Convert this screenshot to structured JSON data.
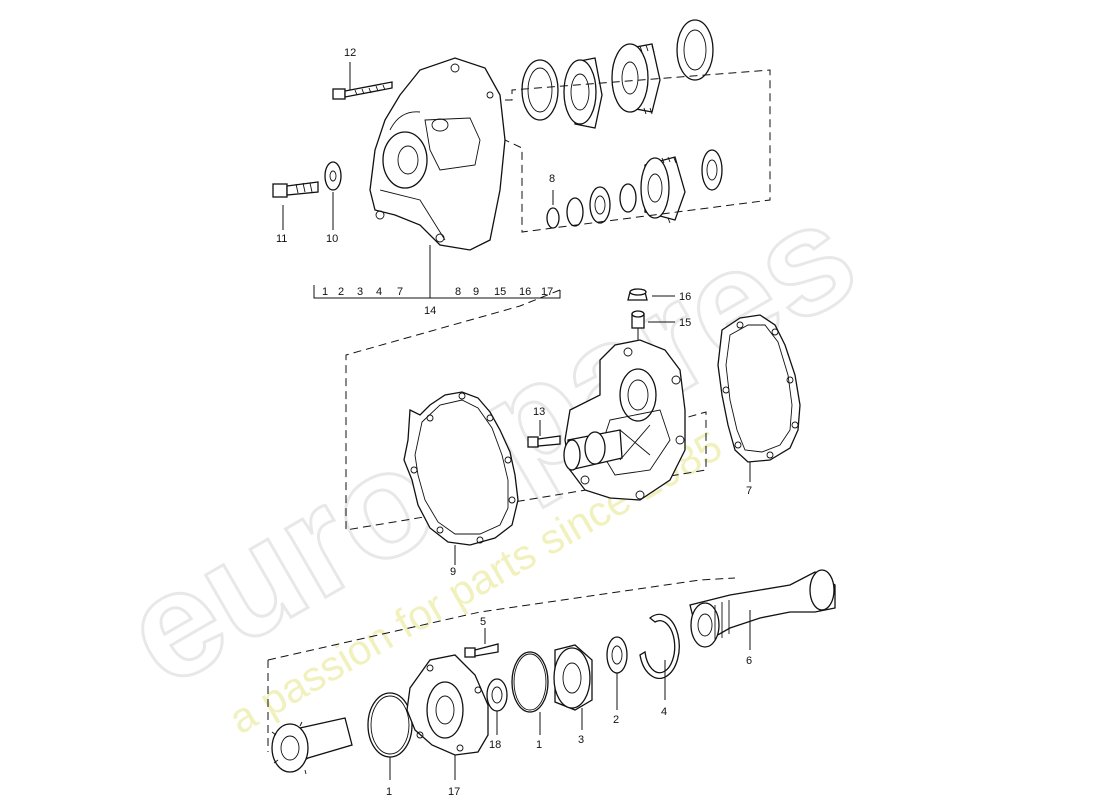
{
  "watermark": {
    "brand": "eurospares",
    "tagline": "a passion for parts since 1985"
  },
  "group_bracket": {
    "numbers": [
      "1",
      "2",
      "3",
      "4",
      "7",
      "8",
      "9",
      "15",
      "16",
      "17"
    ],
    "label": "14"
  },
  "callouts": {
    "p12": "12",
    "p11": "11",
    "p10": "10",
    "p8": "8",
    "p16": "16",
    "p15": "15",
    "p13": "13",
    "p7": "7",
    "p9": "9",
    "p5": "5",
    "p6": "6",
    "p4": "4",
    "p2": "2",
    "p3": "3",
    "p1a": "1",
    "p18": "18",
    "p1b": "1",
    "p17": "17"
  },
  "colors": {
    "line": "#111111",
    "watermark_logo": "#e6e6e6",
    "watermark_tagline": "#f0f0b8"
  }
}
